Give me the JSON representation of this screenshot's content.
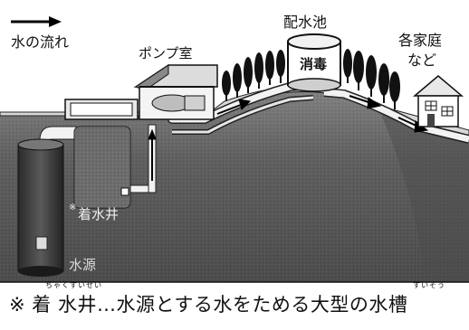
{
  "diagram": {
    "flow_label": "水の流れ",
    "pump_room_label": "ポンプ室",
    "reservoir_label": "配水池",
    "disinfection_label": "消毒",
    "homes_label_line1": "各家庭",
    "homes_label_line2": "など",
    "well_label_prefix": "※",
    "well_label": "着水井",
    "source_label": "水源"
  },
  "caption": {
    "ruby_well": "ちゃくすいせい",
    "ruby_tank": "すいそう",
    "text": "※ 着 水井…水源とする水をためる大型の水槽"
  }
}
